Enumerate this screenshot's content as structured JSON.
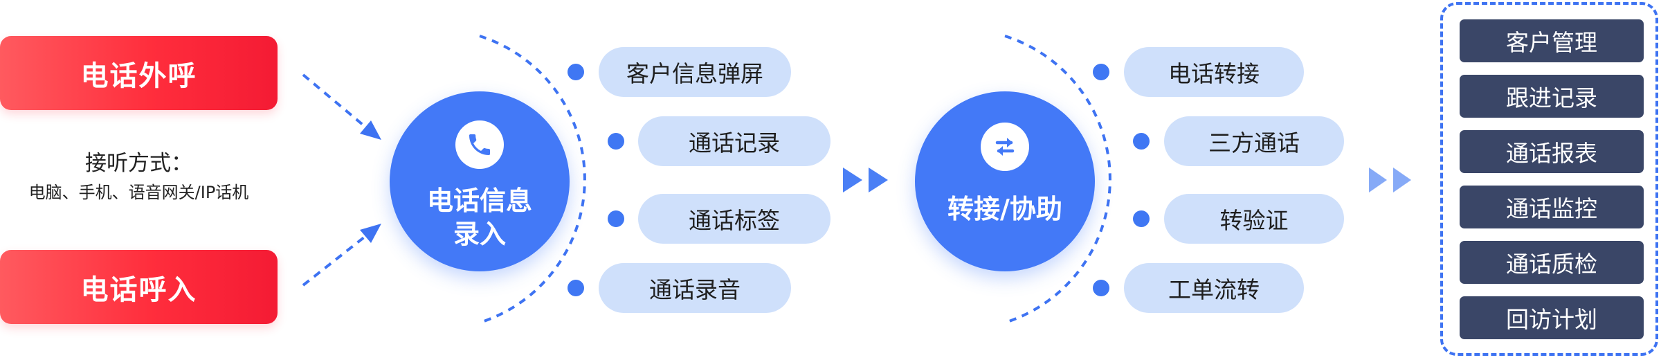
{
  "inputs": {
    "outbound_label": "电话外呼",
    "inbound_label": "电话呼入",
    "methods_title": "接听方式：",
    "methods_text": "电脑、手机、语音网关/IP话机"
  },
  "stage1": {
    "label_line1": "电话信息",
    "label_line2": "录入",
    "icon": "phone-icon",
    "items": [
      "客户信息弹屏",
      "通话记录",
      "通话标签",
      "通话录音"
    ]
  },
  "stage2": {
    "label": "转接/协助",
    "icon": "swap-icon",
    "items": [
      "电话转接",
      "三方通话",
      "转验证",
      "工单流转"
    ]
  },
  "outputs": {
    "items": [
      "客户管理",
      "跟进记录",
      "通话报表",
      "通话监控",
      "通话质检",
      "回访计划"
    ]
  },
  "colors": {
    "red": "#ff2d3c",
    "primary_blue": "#4379f7",
    "pill_bg": "#cfe0fb",
    "dark_item_bg": "#3a4667",
    "arrow_blue": "#6f9cf7"
  }
}
